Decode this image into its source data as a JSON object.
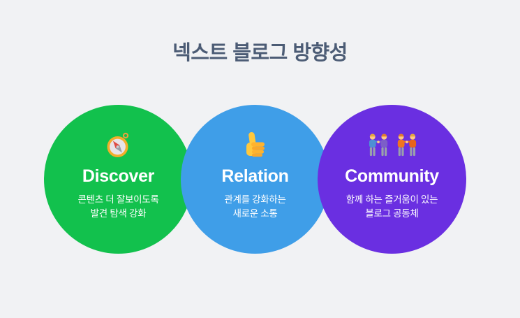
{
  "title": "넥스트 블로그 방향성",
  "colors": {
    "background": "#F1F2F4",
    "title_text": "#4C5C75",
    "circle_text": "#FFFFFF",
    "discover_green": "#12C14D",
    "relation_blue": "#3F9EE8",
    "community_purple": "#6A2FE1"
  },
  "circles": [
    {
      "id": "discover",
      "icon": "compass-emoji",
      "title": "Discover",
      "line1": "콘텐츠 더 잘보이도록",
      "line2": "발견 탐색 강화",
      "color": "#12C14D"
    },
    {
      "id": "relation",
      "icon": "thumbs-up-emoji",
      "title": "Relation",
      "line1": "관계를 강화하는",
      "line2": "새로운 소통",
      "color": "#3F9EE8"
    },
    {
      "id": "community",
      "icon": "people-holding-hands-emoji",
      "title": "Community",
      "line1": "함께 하는 즐거움이 있는",
      "line2": "블로그 공동체",
      "color": "#6A2FE1"
    }
  ]
}
